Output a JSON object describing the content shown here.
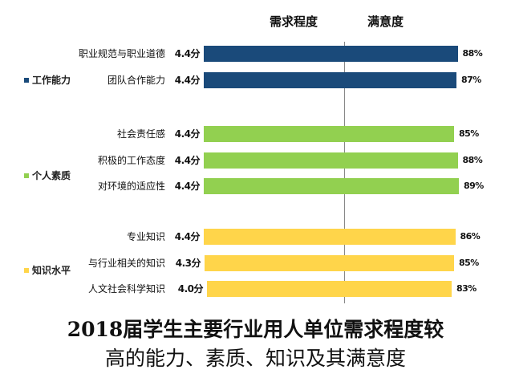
{
  "chart_data": {
    "type": "bar",
    "title": [
      "2018届学生主要行业用人单位需求程度较",
      "高的能力、素质、知识及其满意度"
    ],
    "headers": {
      "demand": "需求程度",
      "satisfaction": "满意度"
    },
    "groups": [
      {
        "name": "工作能力",
        "color": "#1a4a7a",
        "items": [
          {
            "label": "职业规范与职业道德",
            "demand": 4.4,
            "demand_text": "4.4分",
            "satisfaction": 88,
            "satisfaction_text": "88%"
          },
          {
            "label": "团队合作能力",
            "demand": 4.4,
            "demand_text": "4.4分",
            "satisfaction": 87,
            "satisfaction_text": "87%"
          }
        ]
      },
      {
        "name": "个人素质",
        "color": "#92d050",
        "items": [
          {
            "label": "社会责任感",
            "demand": 4.4,
            "demand_text": "4.4分",
            "satisfaction": 85,
            "satisfaction_text": "85%"
          },
          {
            "label": "积极的工作态度",
            "demand": 4.4,
            "demand_text": "4.4分",
            "satisfaction": 88,
            "satisfaction_text": "88%"
          },
          {
            "label": "对环境的适应性",
            "demand": 4.4,
            "demand_text": "4.4分",
            "satisfaction": 89,
            "satisfaction_text": "89%"
          }
        ]
      },
      {
        "name": "知识水平",
        "color": "#ffd54a",
        "items": [
          {
            "label": "专业知识",
            "demand": 4.4,
            "demand_text": "4.4分",
            "satisfaction": 86,
            "satisfaction_text": "86%"
          },
          {
            "label": "与行业相关的知识",
            "demand": 4.3,
            "demand_text": "4.3分",
            "satisfaction": 85,
            "satisfaction_text": "85%"
          },
          {
            "label": "人文社会科学知识",
            "demand": 4.0,
            "demand_text": "4.0分",
            "satisfaction": 83,
            "satisfaction_text": "83%"
          }
        ]
      }
    ]
  }
}
